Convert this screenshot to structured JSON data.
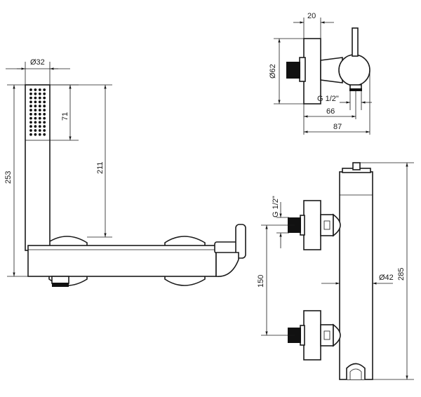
{
  "dimensions": {
    "handshower_diameter": "Ø32",
    "spray_face_height": "71",
    "holder_height": "211",
    "total_height": "253",
    "projection_spindle": "20",
    "rosette_diameter": "Ø62",
    "connection_thread_top": "G 1/2\"",
    "projection_66": "66",
    "projection_87": "87",
    "connection_thread_side": "G 1/2\"",
    "axis_spacing": "150",
    "body_height": "285",
    "body_diameter": "Ø42"
  }
}
